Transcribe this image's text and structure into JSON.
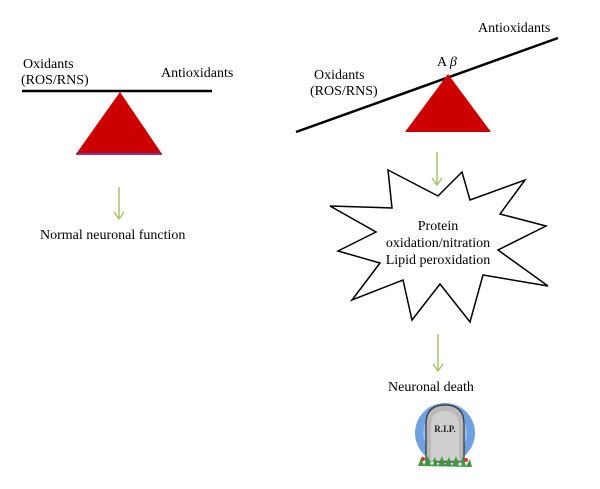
{
  "left_panel": {
    "oxidants_line1": "Oxidants",
    "oxidants_line2": "(ROS/RNS)",
    "antioxidants": "Antioxidants",
    "outcome": "Normal neuronal function"
  },
  "right_panel": {
    "antioxidants": "Antioxidants",
    "oxidants_line1": "Oxidants",
    "oxidants_line2": "(ROS/RNS)",
    "abeta_prefix": "A",
    "abeta_symbol": "β",
    "burst_lines": [
      "Protein",
      "oxidation/nitration",
      "Lipid peroxidation"
    ],
    "outcome": "Neuronal death",
    "tombstone_text": "R.I.P."
  },
  "colors": {
    "fulcrum": "#cc0000",
    "fulcrum_base": "#7a3a8a",
    "arrow": "#a9c46c",
    "beam": "#000000",
    "tombstone_halo": "#6fa0e0",
    "tombstone_stone": "#b9b9b9",
    "grass": "#3f9a3f"
  }
}
